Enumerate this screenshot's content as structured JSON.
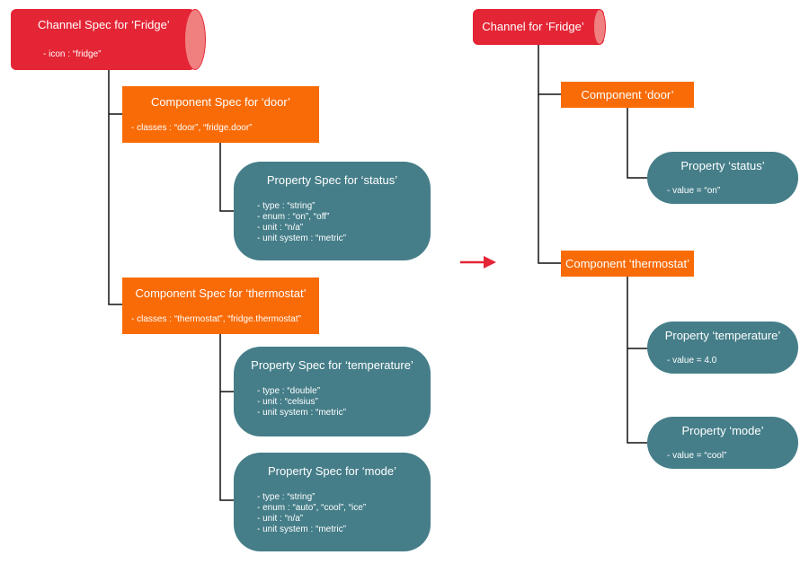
{
  "left": {
    "channel": {
      "title": "Channel Spec for ‘Fridge’",
      "attr": "- icon : “fridge”"
    },
    "components": {
      "door": {
        "title": "Component Spec for ‘door’",
        "attr": "- classes : “door”, “fridge.door”"
      },
      "thermostat": {
        "title": "Component Spec for ‘thermostat’",
        "attr": "- classes : “thermostat”, “fridge.thermostat”"
      }
    },
    "properties": {
      "status": {
        "title": "Property Spec for ‘status’",
        "attrs": [
          "- type : “string”",
          "- enum : “on”, “off”",
          "- unit : “n/a”",
          "- unit system : “metric”"
        ]
      },
      "temperature": {
        "title": "Property Spec for ‘temperature’",
        "attrs": [
          "- type : “double”",
          "- unit : “celsius”",
          "- unit system : “metric”"
        ]
      },
      "mode": {
        "title": "Property Spec for ‘mode’",
        "attrs": [
          "- type : “string”",
          "- enum : “auto”, “cool”, “ice”",
          "- unit : “n/a”",
          "- unit system : “metric”"
        ]
      }
    }
  },
  "right": {
    "channel": {
      "title": "Channel for ‘Fridge’"
    },
    "components": {
      "door": {
        "title": "Component ‘door’"
      },
      "thermostat": {
        "title": "Component ‘thermostat’"
      }
    },
    "properties": {
      "status": {
        "title": "Property ‘status’",
        "attr": "-  value = “on”"
      },
      "temperature": {
        "title": "Property ‘temperature’",
        "attr": "- value = 4.0"
      },
      "mode": {
        "title": "Property ‘mode’",
        "attr": "- value = “cool”"
      }
    }
  },
  "colors": {
    "channel": "#e42535",
    "component": "#f96b07",
    "property": "#457e89",
    "arrow": "#e42535"
  }
}
